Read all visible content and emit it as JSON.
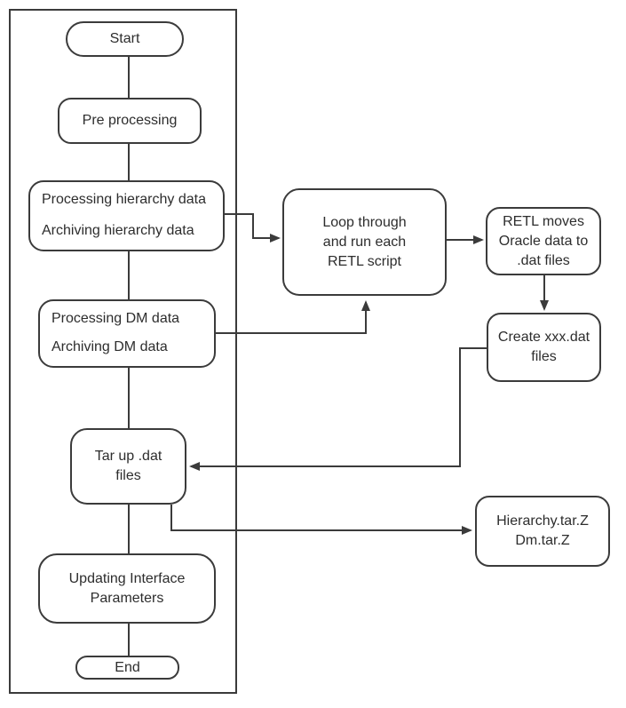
{
  "diagram": {
    "type": "flowchart",
    "background_color": "#ffffff",
    "line_color": "#3b3b3b",
    "text_color": "#2d2d2d",
    "nodes": {
      "start": {
        "label": "Start"
      },
      "pre_processing": {
        "label": "Pre processing"
      },
      "hierarchy": {
        "line1": "Processing hierarchy data",
        "line2": "Archiving hierarchy data"
      },
      "dm": {
        "line1": "Processing DM data",
        "line2": "Archiving DM data"
      },
      "loop": {
        "line1": "Loop through",
        "line2": "and run  each",
        "line3": "RETL script"
      },
      "retl_moves": {
        "line1": "RETL moves",
        "line2": "Oracle data to",
        "line3": ".dat files"
      },
      "create_dat": {
        "line1": "Create xxx.dat",
        "line2": "files"
      },
      "tar_up": {
        "line1": "Tar up .dat",
        "line2": "files"
      },
      "updating": {
        "line1": "Updating Interface",
        "line2": "Parameters"
      },
      "end": {
        "label": "End"
      },
      "tar_files": {
        "line1": "Hierarchy.tar.Z",
        "line2": "Dm.tar.Z"
      }
    },
    "edges": [
      "start -> pre_processing",
      "pre_processing -> hierarchy",
      "hierarchy -> dm",
      "dm -> tar_up",
      "tar_up -> updating",
      "updating -> end",
      "hierarchy -> loop",
      "dm -> loop",
      "loop -> retl_moves",
      "retl_moves -> create_dat",
      "create_dat -> tar_up",
      "tar_up -> tar_files"
    ]
  }
}
